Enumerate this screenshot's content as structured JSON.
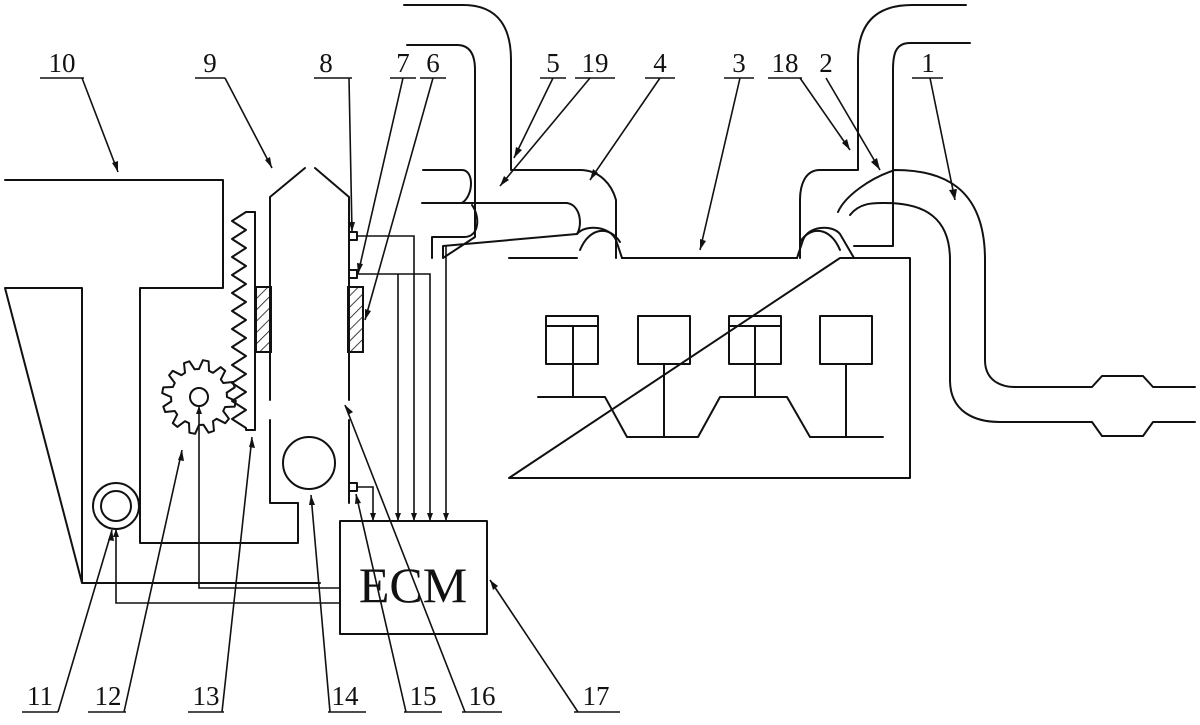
{
  "diagram": {
    "ecm_label": "ECM",
    "callouts": [
      "1",
      "2",
      "3",
      "4",
      "5",
      "6",
      "7",
      "8",
      "9",
      "10",
      "11",
      "12",
      "13",
      "14",
      "15",
      "16",
      "17",
      "18",
      "19"
    ],
    "components": [
      "tail-pipe",
      "exhaust-manifold",
      "engine-block",
      "intake-manifold",
      "intake-pipe",
      "rear-block",
      "rear-sensor",
      "front-sensor",
      "valve-bore",
      "actuator-housing",
      "motor",
      "pinion-gear",
      "rack",
      "valve-ball",
      "position-sensor",
      "valve-stem",
      "ecm",
      "exhaust-pipe",
      "intake-pipe-bend"
    ],
    "colors": {
      "line": "#111111",
      "background": "#ffffff"
    }
  }
}
